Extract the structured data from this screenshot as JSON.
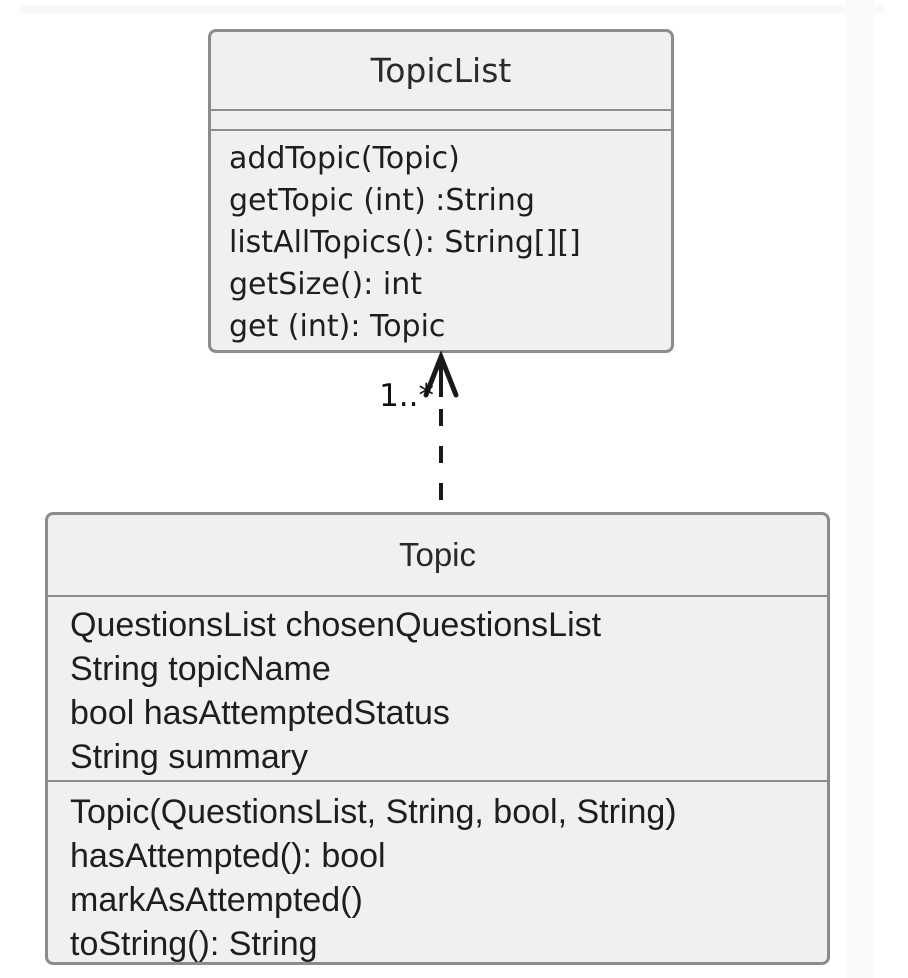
{
  "diagram_type": "uml-class-diagram",
  "colors": {
    "box_fill": "#f0f0f0",
    "box_border": "#8c8c8c",
    "text": "#1e1e1e",
    "background": "#ffffff",
    "arrow": "#1a1a1a"
  },
  "classes": [
    {
      "name": "TopicList",
      "attributes": [],
      "methods": [
        "addTopic(Topic)",
        "getTopic (int) :String",
        "listAllTopics(): String[][]",
        "getSize(): int",
        "get (int): Topic"
      ]
    },
    {
      "name": "Topic",
      "attributes": [
        "QuestionsList chosenQuestionsList",
        "String topicName",
        "bool hasAttemptedStatus",
        "String summary"
      ],
      "methods": [
        "Topic(QuestionsList, String, bool, String)",
        "hasAttempted(): bool",
        "markAsAttempted()",
        "toString(): String"
      ]
    }
  ],
  "relationship": {
    "from": "Topic",
    "to": "TopicList",
    "type": "dashed-dependency-arrow",
    "multiplicity": "1..*"
  }
}
